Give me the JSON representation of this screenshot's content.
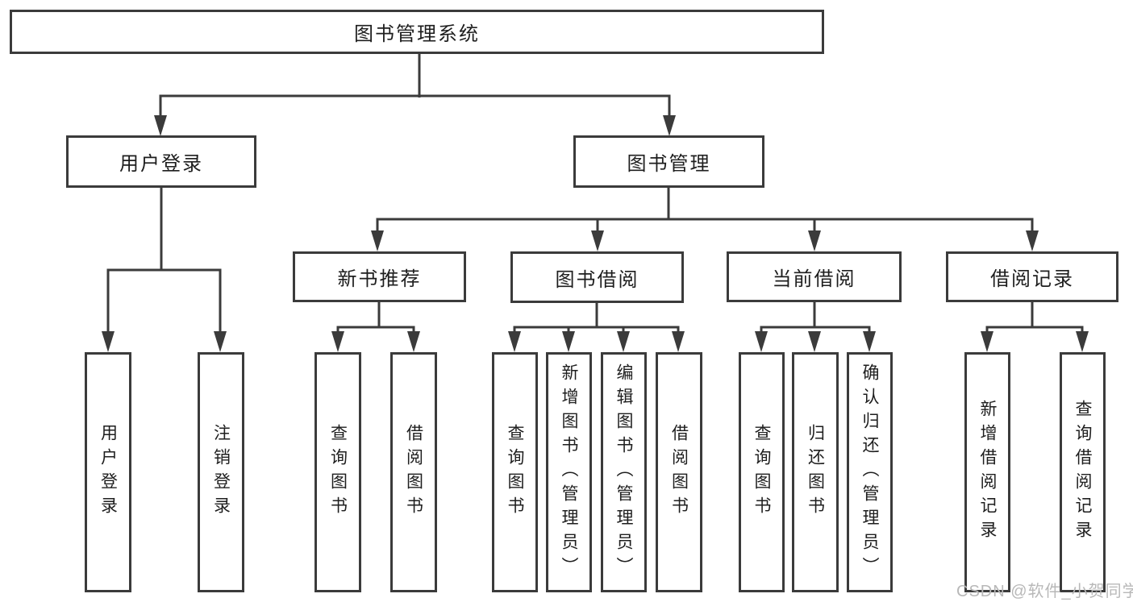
{
  "title": "图书管理系统",
  "tree": {
    "label": "图书管理系统",
    "children": [
      {
        "label": "用户登录",
        "children": [
          {
            "label": "用户登录"
          },
          {
            "label": "注销登录"
          }
        ]
      },
      {
        "label": "图书管理",
        "children": [
          {
            "label": "新书推荐",
            "children": [
              {
                "label": "查询图书"
              },
              {
                "label": "借阅图书"
              }
            ]
          },
          {
            "label": "图书借阅",
            "children": [
              {
                "label": "查询图书"
              },
              {
                "label": "新增图书（管理员）"
              },
              {
                "label": "编辑图书（管理员）"
              },
              {
                "label": "借阅图书"
              }
            ]
          },
          {
            "label": "当前借阅",
            "children": [
              {
                "label": "查询图书"
              },
              {
                "label": "归还图书"
              },
              {
                "label": "确认归还（管理员）"
              }
            ]
          },
          {
            "label": "借阅记录",
            "children": [
              {
                "label": "新增借阅记录"
              },
              {
                "label": "查询借阅记录"
              }
            ]
          }
        ]
      }
    ]
  },
  "watermark": "CSDN @软件_小贺同学",
  "colors": {
    "line": "#3b3b3b",
    "box_border": "#3b3b3b",
    "text": "#1e1e1e",
    "watermark": "#b8b8b8",
    "background": "#ffffff"
  }
}
